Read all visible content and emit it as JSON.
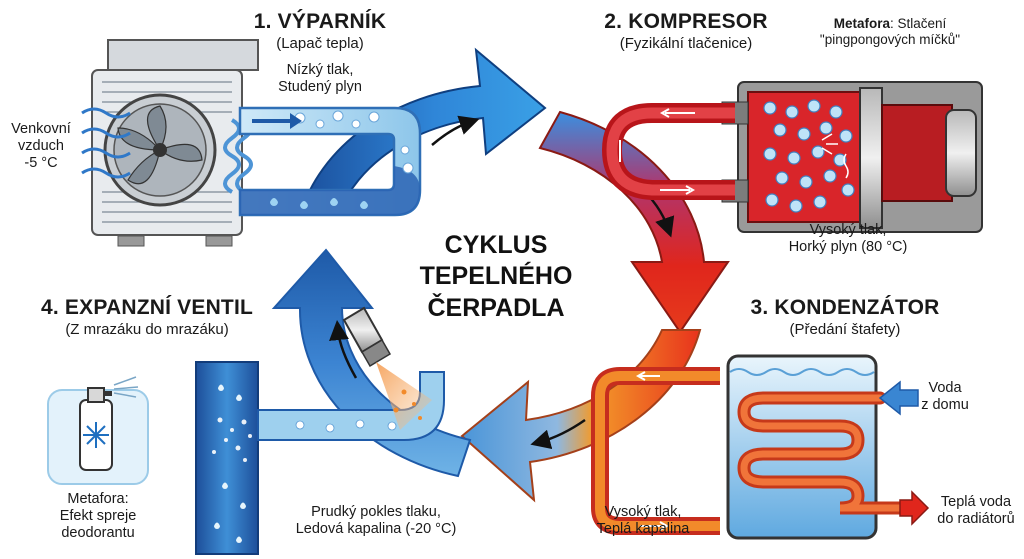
{
  "center_title": [
    "CYKLUS",
    "TEPELNÉHO",
    "ČERPADLA"
  ],
  "stages": {
    "evaporator": {
      "title": "1. VÝPARNÍK",
      "subtitle": "(Lapač tepla)",
      "state": [
        "Nízký tlak,",
        "Studený plyn"
      ],
      "input": [
        "Venkovní",
        "vzduch",
        "-5 °C"
      ]
    },
    "compressor": {
      "title": "2. KOMPRESOR",
      "subtitle": "(Fyzikální tlačenice)",
      "metaphor_label": "Metafora",
      "metaphor_text": ": Stlačení",
      "metaphor_line2": "\"pingpongových míčků\"",
      "state": [
        "Vysoký tlak,",
        "Horký plyn (80 °C)"
      ]
    },
    "condenser": {
      "title": "3. KONDENZÁTOR",
      "subtitle": "(Předání štafety)",
      "state": [
        "Vysoký tlak,",
        "Teplá kapalina"
      ],
      "water_in": [
        "Voda",
        "z domu"
      ],
      "water_out": [
        "Teplá voda",
        "do radiátorů"
      ]
    },
    "expansion": {
      "title": "4. EXPANZNÍ VENTIL",
      "subtitle": "(Z mrazáku do mrazáku)",
      "state": [
        "Prudký pokles tlaku,",
        "Ledová kapalina (-20 °C)"
      ],
      "metaphor": [
        "Metafora:",
        "Efekt spreje",
        "deodorantu"
      ]
    }
  },
  "colors": {
    "cold": "#1e5aa8",
    "cold_light": "#8ec9ec",
    "hot": "#d7261e",
    "warm": "#f2861f"
  }
}
